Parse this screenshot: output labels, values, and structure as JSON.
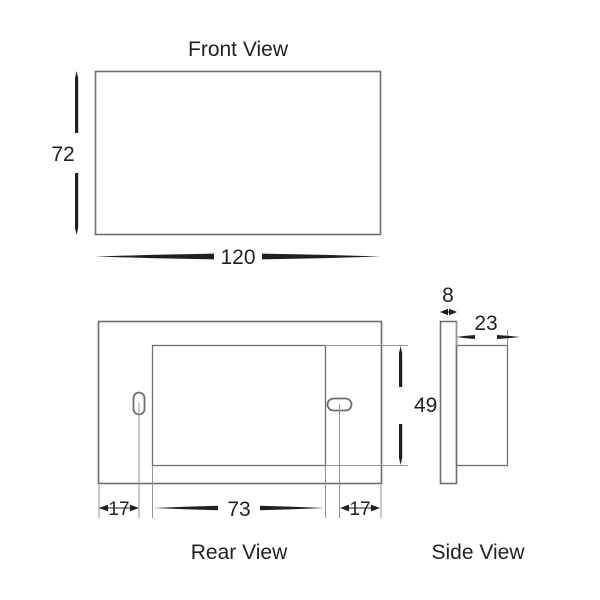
{
  "document": {
    "type": "technical-dimension-drawing",
    "background_color": "#ffffff",
    "line_color": "#6d6e71",
    "text_color": "#231f20",
    "units": "mm"
  },
  "views": {
    "front": {
      "title": "Front View",
      "width_label": "120",
      "height_label": "72"
    },
    "rear": {
      "title": "Rear View",
      "left_margin_label": "17",
      "center_width_label": "73",
      "right_margin_label": "17",
      "inner_height_label": "49",
      "slots": [
        {
          "name": "left-mounting-slot",
          "orientation": "vertical"
        },
        {
          "name": "right-mounting-slot",
          "orientation": "horizontal"
        }
      ]
    },
    "side": {
      "title": "Side View",
      "faceplate_thickness_label": "8",
      "body_depth_label": "23"
    }
  }
}
